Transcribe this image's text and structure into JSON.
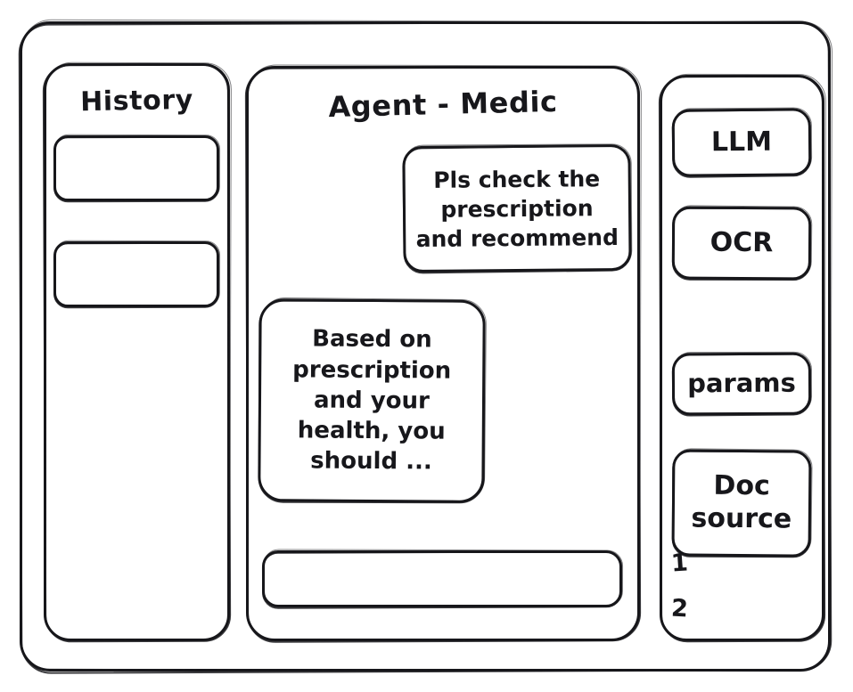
{
  "window": {
    "frame_label": "app-window"
  },
  "sidebar": {
    "title": "History",
    "items": [
      {
        "label": ""
      },
      {
        "label": ""
      }
    ]
  },
  "main": {
    "title": "Agent - Medic",
    "messages": [
      {
        "role": "user",
        "text": "Pls check the prescription and recommend"
      },
      {
        "role": "assistant",
        "text": "Based on prescription and your health, you should ..."
      }
    ],
    "composer": {
      "value": "",
      "placeholder": ""
    }
  },
  "tools": {
    "chips": [
      {
        "label": "LLM"
      },
      {
        "label": "OCR"
      },
      {
        "label": "params"
      },
      {
        "label": "Doc source"
      }
    ],
    "source_refs": [
      "1",
      "2"
    ]
  },
  "colors": {
    "ink": "#17171b",
    "background": "#ffffff"
  }
}
